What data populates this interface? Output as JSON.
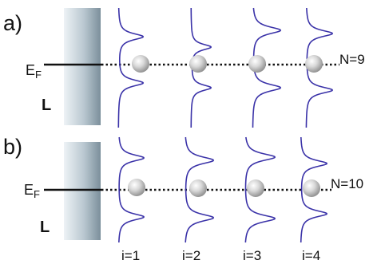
{
  "panels": [
    {
      "label": "a)",
      "fermi_label": "E",
      "fermi_subscript": "F",
      "lead_label": "L",
      "count_label": "N=9"
    },
    {
      "label": "b)",
      "fermi_label": "E",
      "fermi_subscript": "F",
      "lead_label": "L",
      "count_label": "N=10"
    }
  ],
  "site_labels": [
    "i=1",
    "i=2",
    "i=3",
    "i=4"
  ],
  "colors": {
    "curve": "#3a32a8",
    "line": "#111111",
    "lead_dark": "#7d8f9b",
    "lead_light": "#e8eef2"
  }
}
